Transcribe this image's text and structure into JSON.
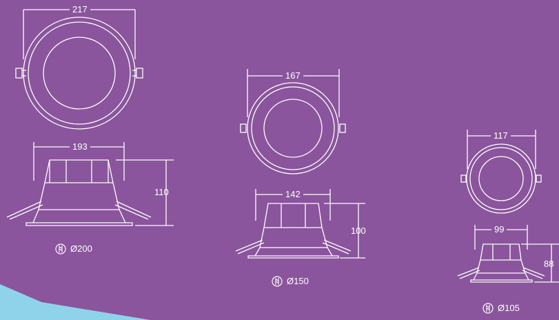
{
  "colors": {
    "background": "#8a559c",
    "line": "#ffffff",
    "corner_accent": "#8fd3ea"
  },
  "products": [
    {
      "top_diameter": "217",
      "side_width": "193",
      "height": "110",
      "cutout": "Ø200",
      "cutout_icon": "drill-bit-icon"
    },
    {
      "top_diameter": "167",
      "side_width": "142",
      "height": "100",
      "cutout": "Ø150",
      "cutout_icon": "drill-bit-icon"
    },
    {
      "top_diameter": "117",
      "side_width": "99",
      "height": "88",
      "cutout": "Ø105",
      "cutout_icon": "drill-bit-icon"
    }
  ]
}
